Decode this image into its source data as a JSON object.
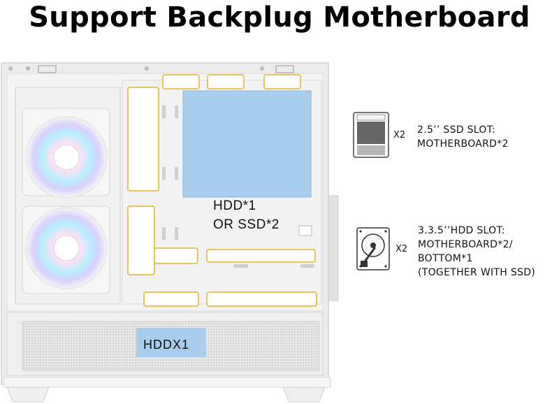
{
  "title": "Support Backplug Motherboard",
  "case": {
    "hdd_area_lines": [
      "HDD*1",
      "OR SSD*2"
    ],
    "bottom_label": "HDDX1"
  },
  "specs": [
    {
      "icon": "ssd-icon",
      "multiplier": "X2",
      "lines": [
        "2.5’’ SSD SLOT:",
        "MOTHERBOARD*2"
      ]
    },
    {
      "icon": "hdd-icon",
      "multiplier": "X2",
      "lines": [
        "3.3.5’’HDD SLOT:",
        "MOTHERBOARD*2/",
        "BOTTOM*1",
        "(TOGETHER WITH SSD)"
      ]
    }
  ],
  "colors": {
    "highlight_outline": "#e8c45a",
    "highlight_fill": "#a9cdec",
    "case_body": "#f3f3f3"
  }
}
